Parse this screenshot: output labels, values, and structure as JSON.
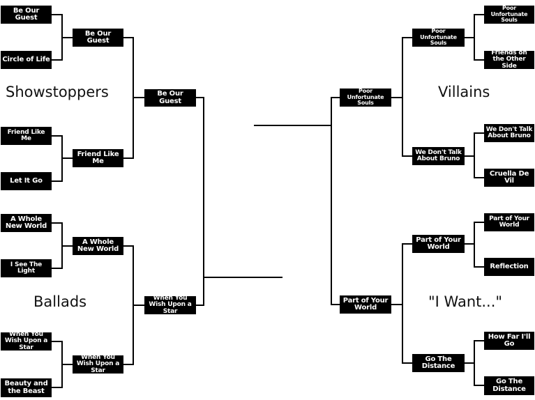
{
  "regions": {
    "showstoppers": "Showstoppers",
    "villains": "Villains",
    "ballads": "Ballads",
    "i_want": "\"I Want...\""
  },
  "left": {
    "round1": [
      "Be Our Guest",
      "Circle of Life",
      "Friend Like Me",
      "Let It Go",
      "A Whole New World",
      "I See The Light",
      "When You Wish Upon a Star",
      "Beauty and the Beast"
    ],
    "round2": [
      "Be Our Guest",
      "Friend Like Me",
      "A Whole New World",
      "When You Wish Upon a Star"
    ],
    "round3": [
      "Be Our Guest",
      "When You Wish Upon a Star"
    ]
  },
  "right": {
    "round1": [
      "Poor Unfortunate Souls",
      "Friends on the Other Side",
      "We Don't Talk About Bruno",
      "Cruella De Vil",
      "Part of Your World",
      "Reflection",
      "How Far I'll Go",
      "Go The Distance"
    ],
    "round2": [
      "Poor Unfortunate Souls",
      "We Don't Talk About Bruno",
      "Part of Your World",
      "Go The Distance"
    ],
    "round3": [
      "Poor Unfortunate Souls",
      "Part of Your World"
    ]
  }
}
